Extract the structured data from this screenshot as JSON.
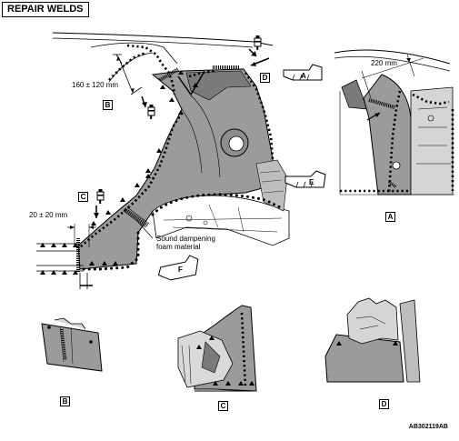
{
  "title": "REPAIR WELDS",
  "dimensions": {
    "a": "160 ± 120 mm",
    "b": "20 ± 20 mm",
    "c": "220 mm"
  },
  "callouts": {
    "sound_dampening": "Sound dampening\nfoam material"
  },
  "view_letters": {
    "A": "A",
    "B": "B",
    "C": "C",
    "D": "D",
    "E": "E",
    "F": "F"
  },
  "figure_code": "AB302119AB",
  "colors": {
    "panel": "#9b9b9b",
    "panel_dark": "#7a7a7a",
    "line": "#000000"
  }
}
